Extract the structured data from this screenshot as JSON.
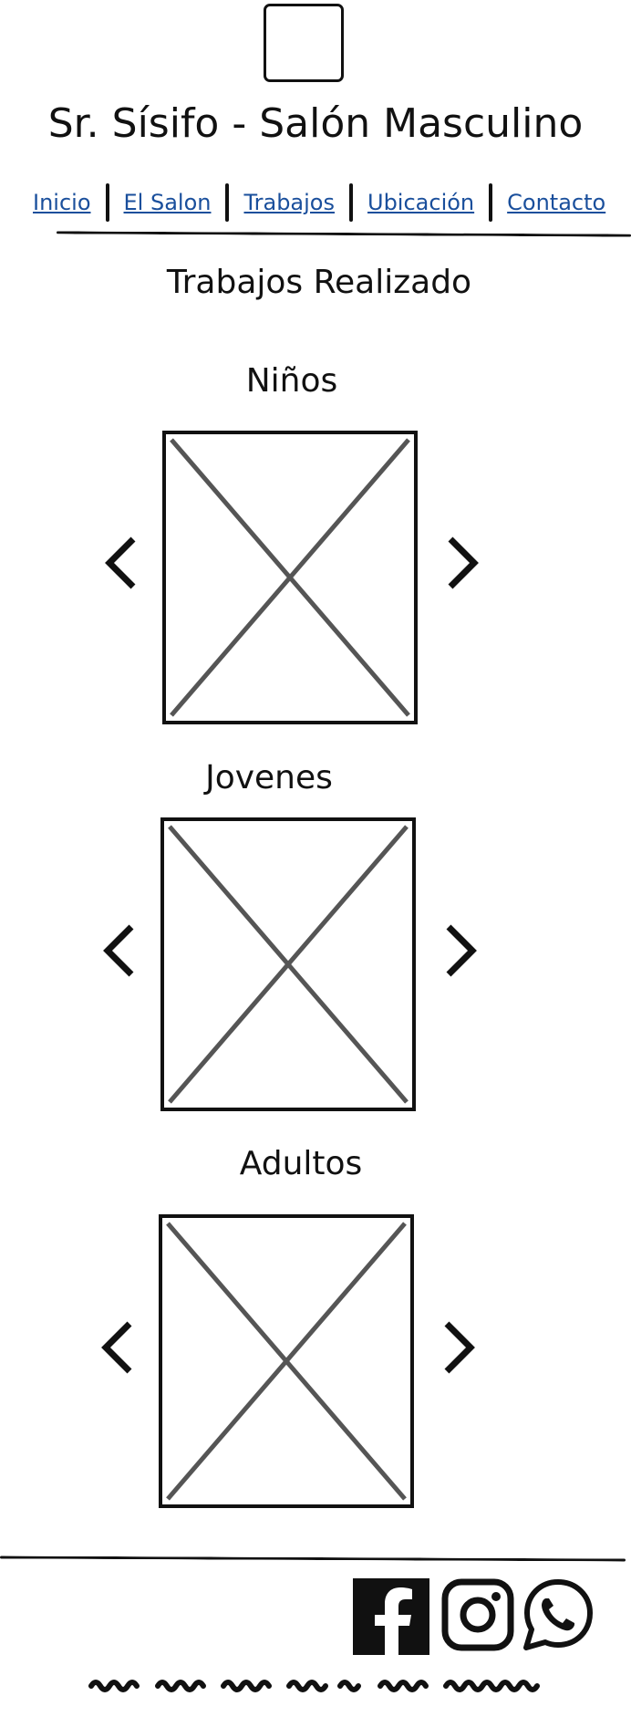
{
  "site": {
    "title": "Sr. Sísifo - Salón Masculino",
    "logo_icon": "logo-placeholder-icon"
  },
  "nav": {
    "items": [
      {
        "label": "Inicio"
      },
      {
        "label": "El Salon"
      },
      {
        "label": "Trabajos"
      },
      {
        "label": "Ubicación"
      },
      {
        "label": "Contacto"
      }
    ],
    "link_color": "#1a4f9c"
  },
  "main": {
    "title": "Trabajos Realizado",
    "categories": [
      {
        "title": "Niños",
        "image_icon": "image-placeholder-icon",
        "prev_icon": "chevron-left-icon",
        "next_icon": "chevron-right-icon"
      },
      {
        "title": "Jovenes",
        "image_icon": "image-placeholder-icon",
        "prev_icon": "chevron-left-icon",
        "next_icon": "chevron-right-icon"
      },
      {
        "title": "Adultos",
        "image_icon": "image-placeholder-icon",
        "prev_icon": "chevron-left-icon",
        "next_icon": "chevron-right-icon"
      }
    ]
  },
  "footer": {
    "social_icons": [
      "facebook-icon",
      "instagram-icon",
      "whatsapp-icon"
    ]
  }
}
